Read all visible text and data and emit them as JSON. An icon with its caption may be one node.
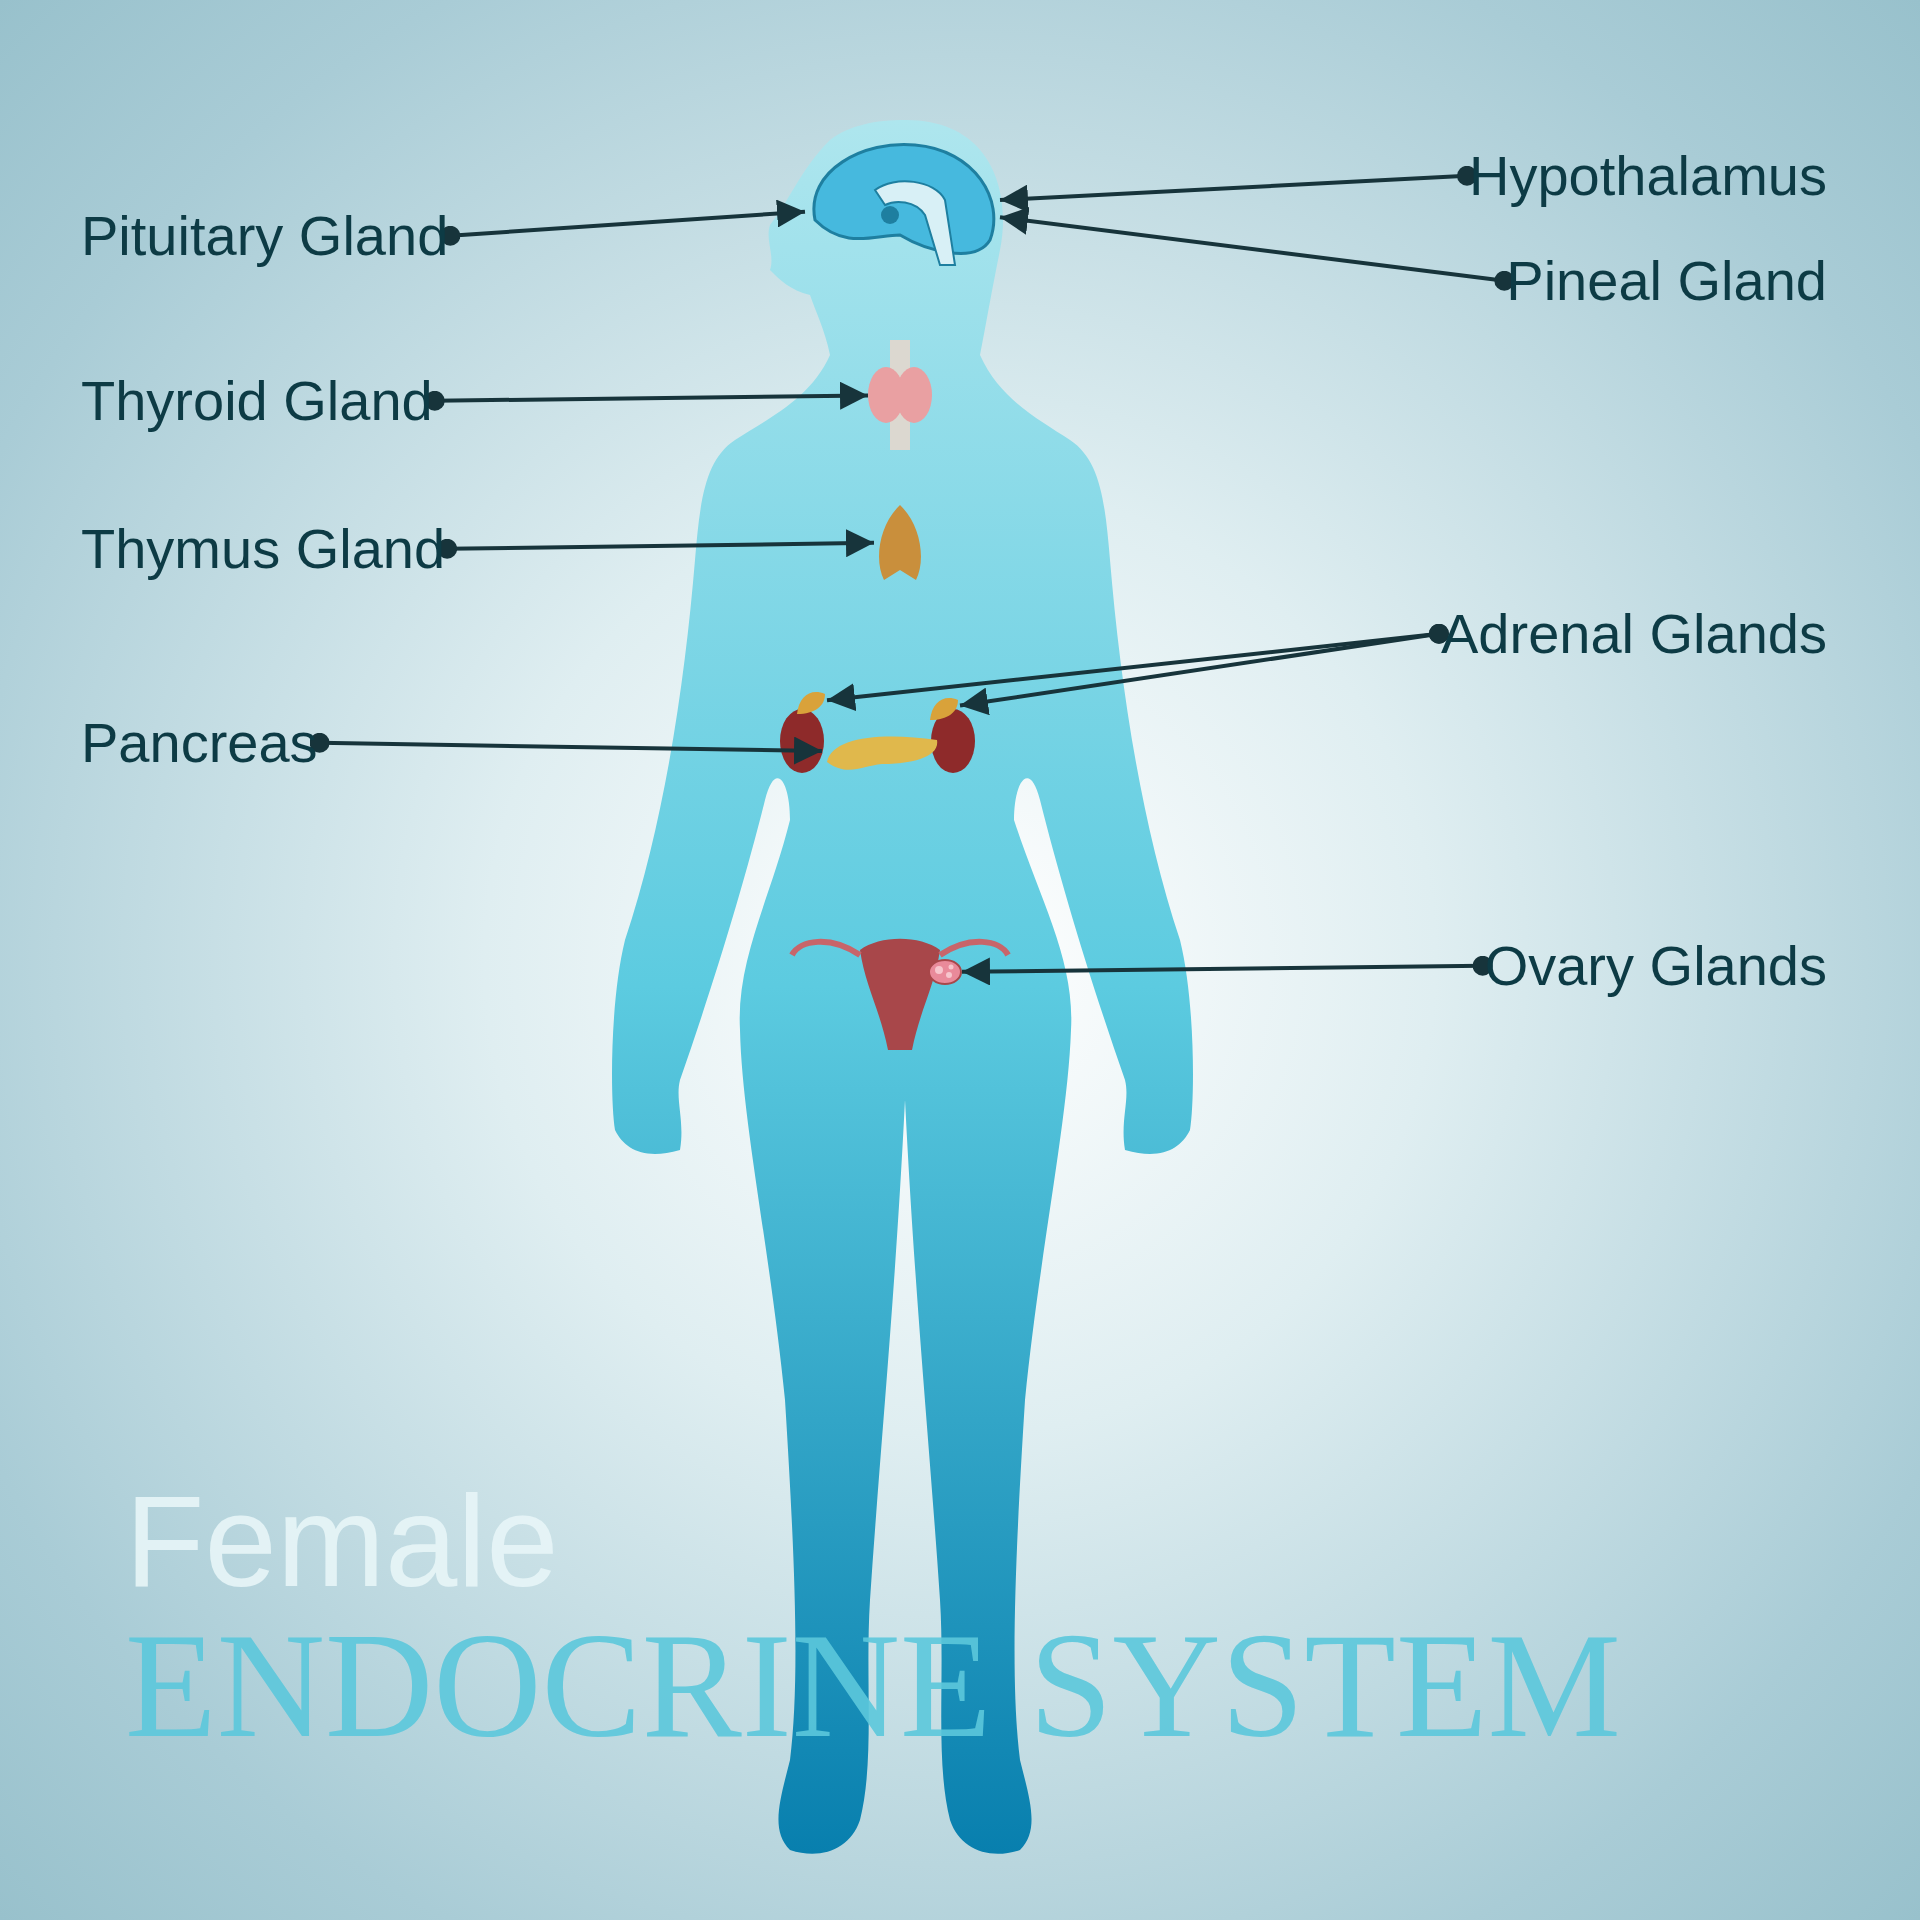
{
  "diagram": {
    "title": "Female ENDOCRINE SYSTEM",
    "nodes": [
      {
        "text": [
          "Hypothalamus"
        ]
      },
      {
        "text": [
          "Pituitary Gland"
        ]
      },
      {
        "text": [
          "Pineal Gland"
        ]
      },
      {
        "text": [
          "Thyroid Gland"
        ]
      },
      {
        "text": [
          "Thymus Gland"
        ]
      },
      {
        "text": [
          "Adrenal Glands"
        ]
      },
      {
        "text": [
          "Pancreas"
        ]
      },
      {
        "text": [
          "Ovary Glands"
        ]
      },
      {
        "text": [],
        "shape": "picture"
      },
      {
        "text": [],
        "shape": "picture"
      },
      {
        "text": [],
        "shape": "picture"
      },
      {
        "text": [],
        "shape": "picture"
      },
      {
        "text": [],
        "shape": "picture"
      },
      {
        "text": [],
        "shape": "picture"
      },
      {
        "text": [],
        "shape": "picture"
      }
    ],
    "edges": [
      {
        "from": 0,
        "to": 8,
        "arrow": "to"
      },
      {
        "from": 1,
        "to": 8,
        "arrow": "to"
      },
      {
        "from": 2,
        "to": 8,
        "arrow": "to"
      },
      {
        "from": 3,
        "to": 9,
        "arrow": "to"
      },
      {
        "from": 4,
        "to": 10,
        "arrow": "to"
      },
      {
        "from": 5,
        "to": 11,
        "arrow": "to"
      },
      {
        "from": 5,
        "to": 12,
        "arrow": "to"
      },
      {
        "from": 6,
        "to": 13,
        "arrow": "to"
      },
      {
        "from": 7,
        "to": 14,
        "arrow": "to"
      }
    ]
  }
}
